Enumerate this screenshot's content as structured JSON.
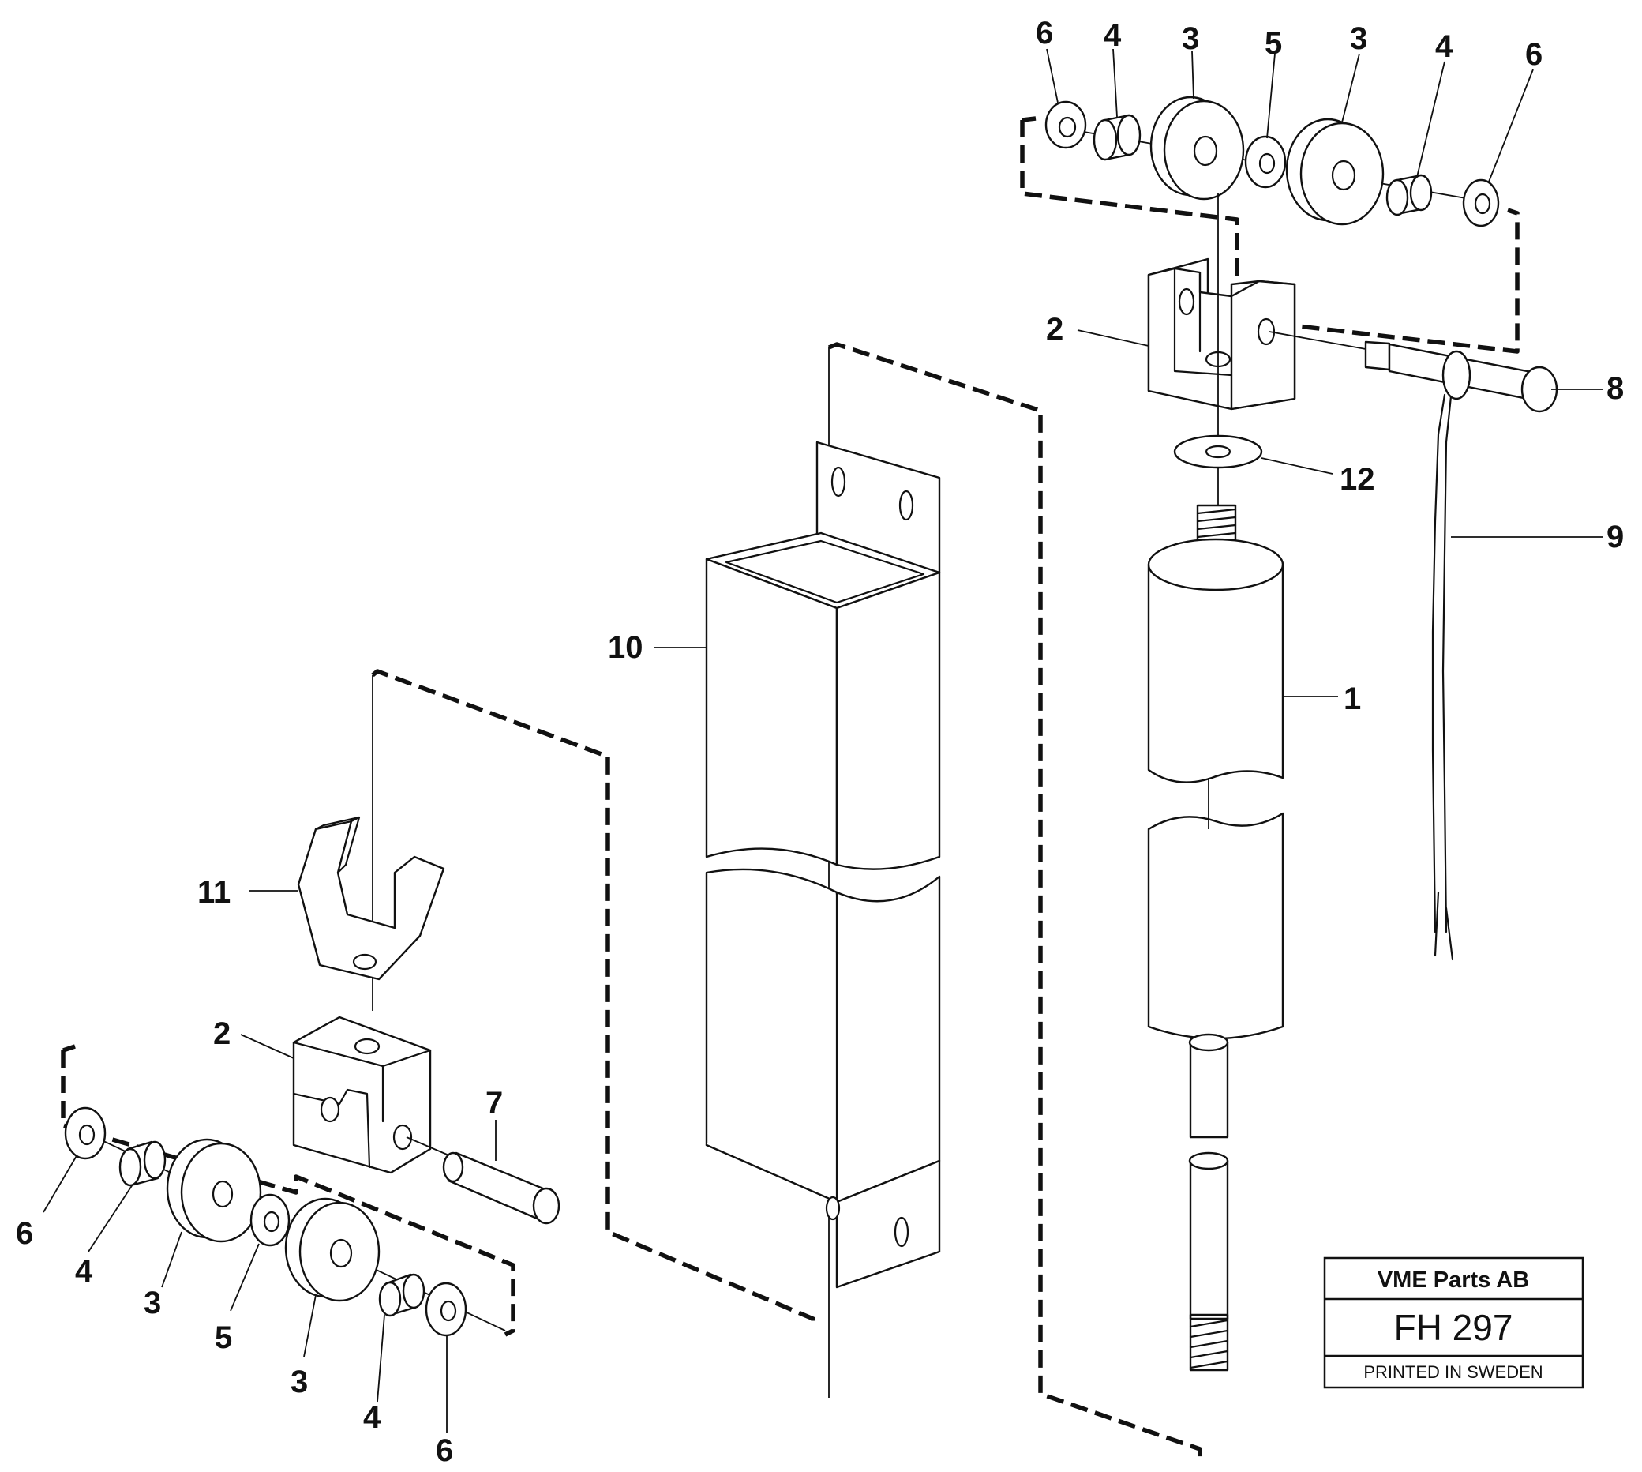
{
  "callouts": {
    "top_6a": "6",
    "top_4a": "4",
    "top_3a": "3",
    "top_5": "5",
    "top_3b": "3",
    "top_4b": "4",
    "top_6b": "6",
    "top_2": "2",
    "top_8": "8",
    "top_12": "12",
    "top_9": "9",
    "top_1": "1",
    "mid_10": "10",
    "left_11": "11",
    "left_2": "2",
    "left_7": "7",
    "left_6a": "6",
    "left_4a": "4",
    "left_3a": "3",
    "left_5": "5",
    "left_3b": "3",
    "left_4b": "4",
    "left_6b": "6"
  },
  "stamp": {
    "company": "VME Parts AB",
    "code": "FH 297",
    "note": "PRINTED IN SWEDEN"
  }
}
